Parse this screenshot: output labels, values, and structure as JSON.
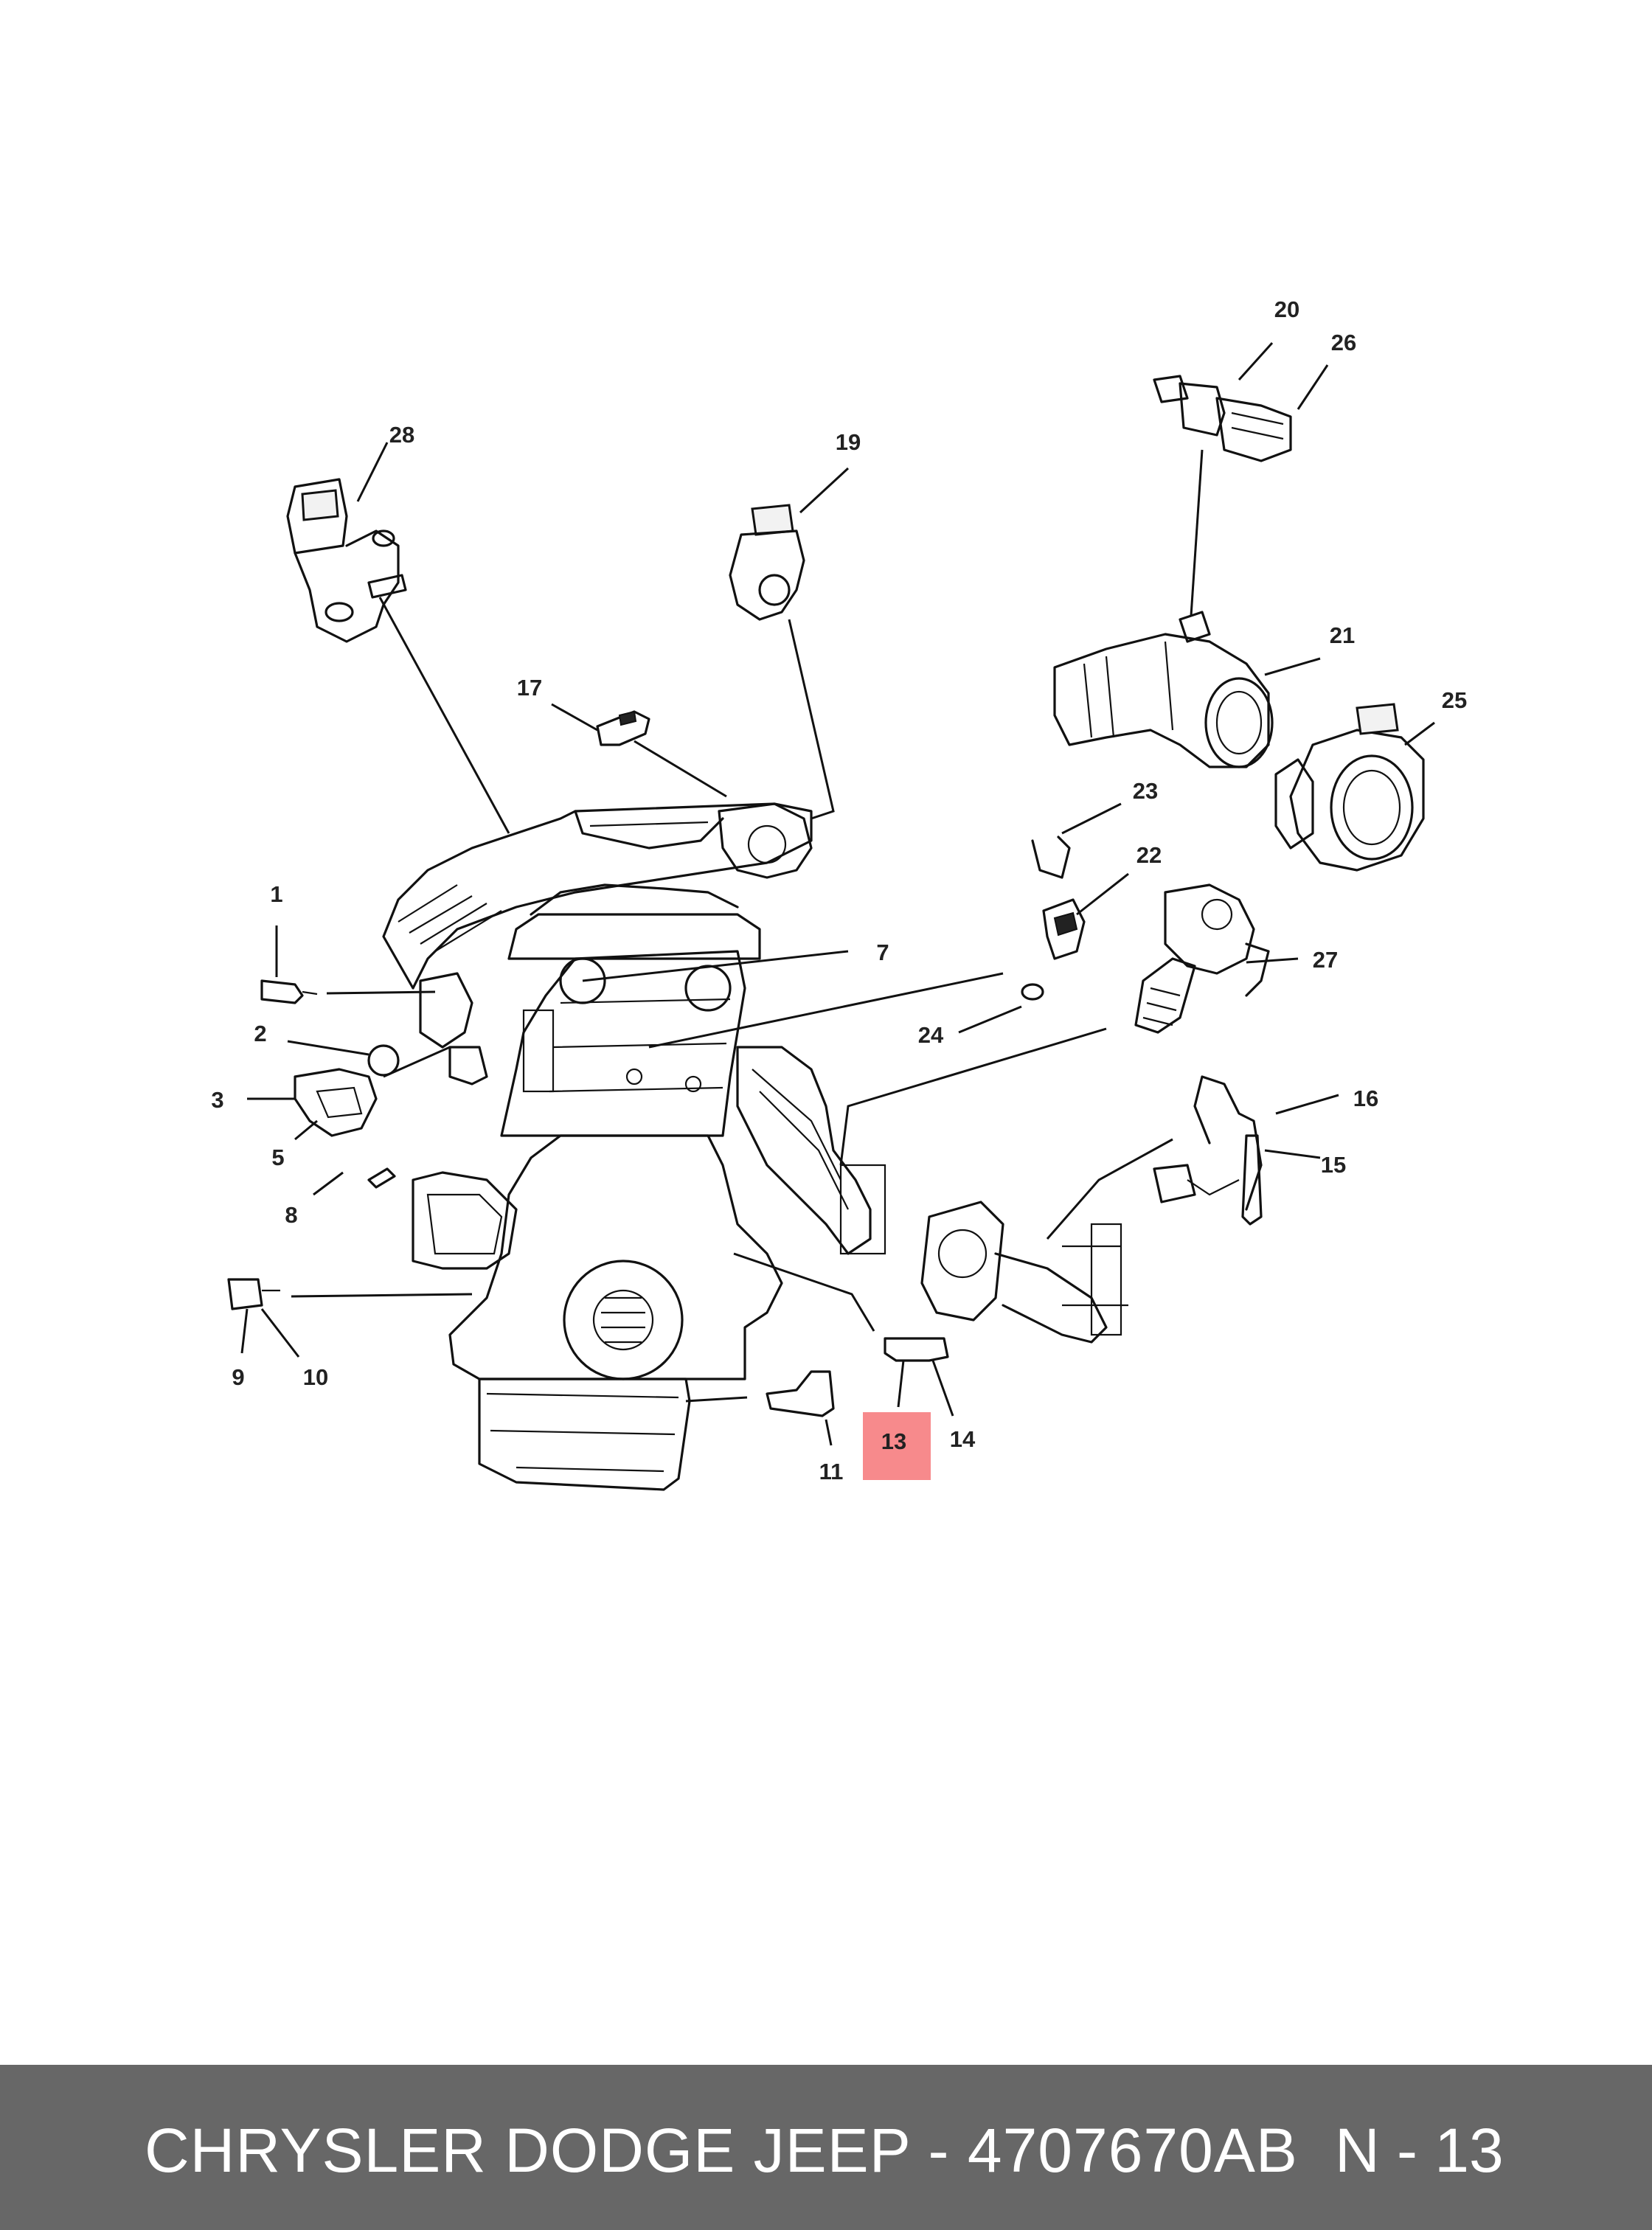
{
  "diagram": {
    "highlighted_callout": "13",
    "highlight_color": "#f78a8c",
    "callouts": {
      "c1": "1",
      "c2": "2",
      "c3": "3",
      "c5": "5",
      "c7": "7",
      "c8": "8",
      "c9": "9",
      "c10": "10",
      "c11": "11",
      "c13": "13",
      "c14": "14",
      "c15": "15",
      "c16": "16",
      "c17": "17",
      "c19": "19",
      "c20": "20",
      "c21": "21",
      "c22": "22",
      "c23": "23",
      "c24": "24",
      "c25": "25",
      "c26": "26",
      "c27": "27",
      "c28": "28"
    }
  },
  "footer": {
    "title": "CHRYSLER DODGE JEEP - 4707670AB",
    "page": "N - 13",
    "background": "#676767",
    "text_color": "#ffffff"
  }
}
